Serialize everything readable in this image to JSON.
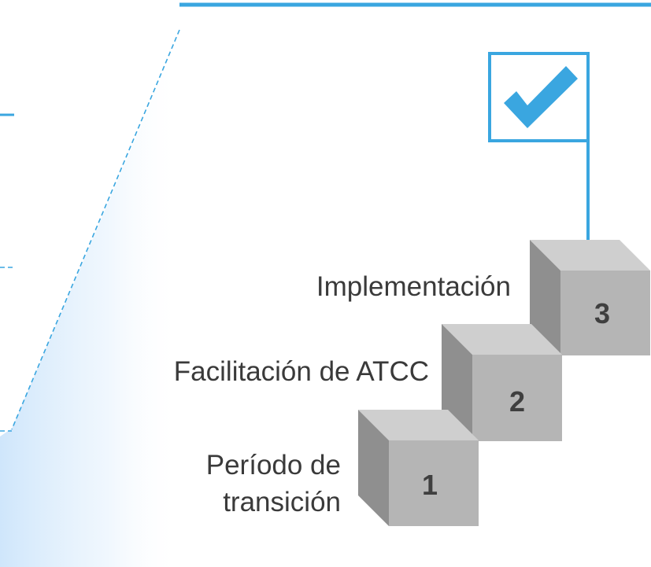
{
  "colors": {
    "accent": "#3aa6e0",
    "cube_front": "#b5b5b5",
    "cube_top": "#cfcfcf",
    "cube_side": "#8f8f8f",
    "text": "#3a3a3a"
  },
  "flag": {
    "icon": "checkmark-icon"
  },
  "steps": [
    {
      "number": "1",
      "label_line1": "Período de",
      "label_line2": "transición"
    },
    {
      "number": "2",
      "label": "Facilitación de ATCC"
    },
    {
      "number": "3",
      "label": "Implementación"
    }
  ]
}
